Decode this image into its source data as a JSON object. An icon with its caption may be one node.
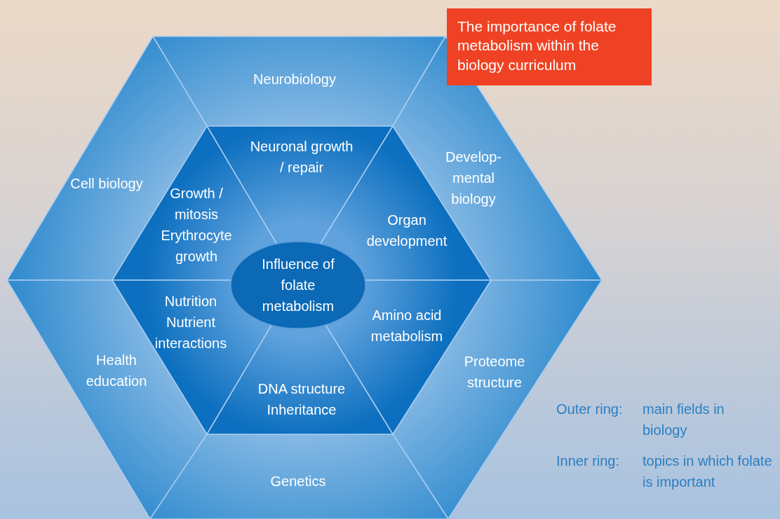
{
  "diagram": {
    "nodes": [
      {
        "text": [
          "The importance of folate metabolism within the biology curriculum"
        ]
      },
      {
        "text": [
          "Neurobiology"
        ]
      },
      {
        "text": [
          "Cell biology"
        ]
      },
      {
        "text": [
          "Develop- mental biology"
        ]
      },
      {
        "text": [
          "Health education"
        ]
      },
      {
        "text": [
          "Proteome structure"
        ]
      },
      {
        "text": [
          "Genetics"
        ]
      },
      {
        "text": [
          "Neuronal growth / repair"
        ]
      },
      {
        "text": [
          "Growth / mitosis",
          "Erythrocyte growth"
        ]
      },
      {
        "text": [
          "Organ development"
        ]
      },
      {
        "text": [
          "Nutrition",
          "Nutrient interactions"
        ]
      },
      {
        "text": [
          "Amino acid metabolism"
        ]
      },
      {
        "text": [
          "DNA structure",
          "Inheritance"
        ]
      },
      {
        "text": [
          "Influence of folate metabolism"
        ]
      }
    ],
    "labels": [
      "Outer ring:",
      "main fields in biology",
      "Inner ring:",
      "topics in which folate is important"
    ]
  }
}
